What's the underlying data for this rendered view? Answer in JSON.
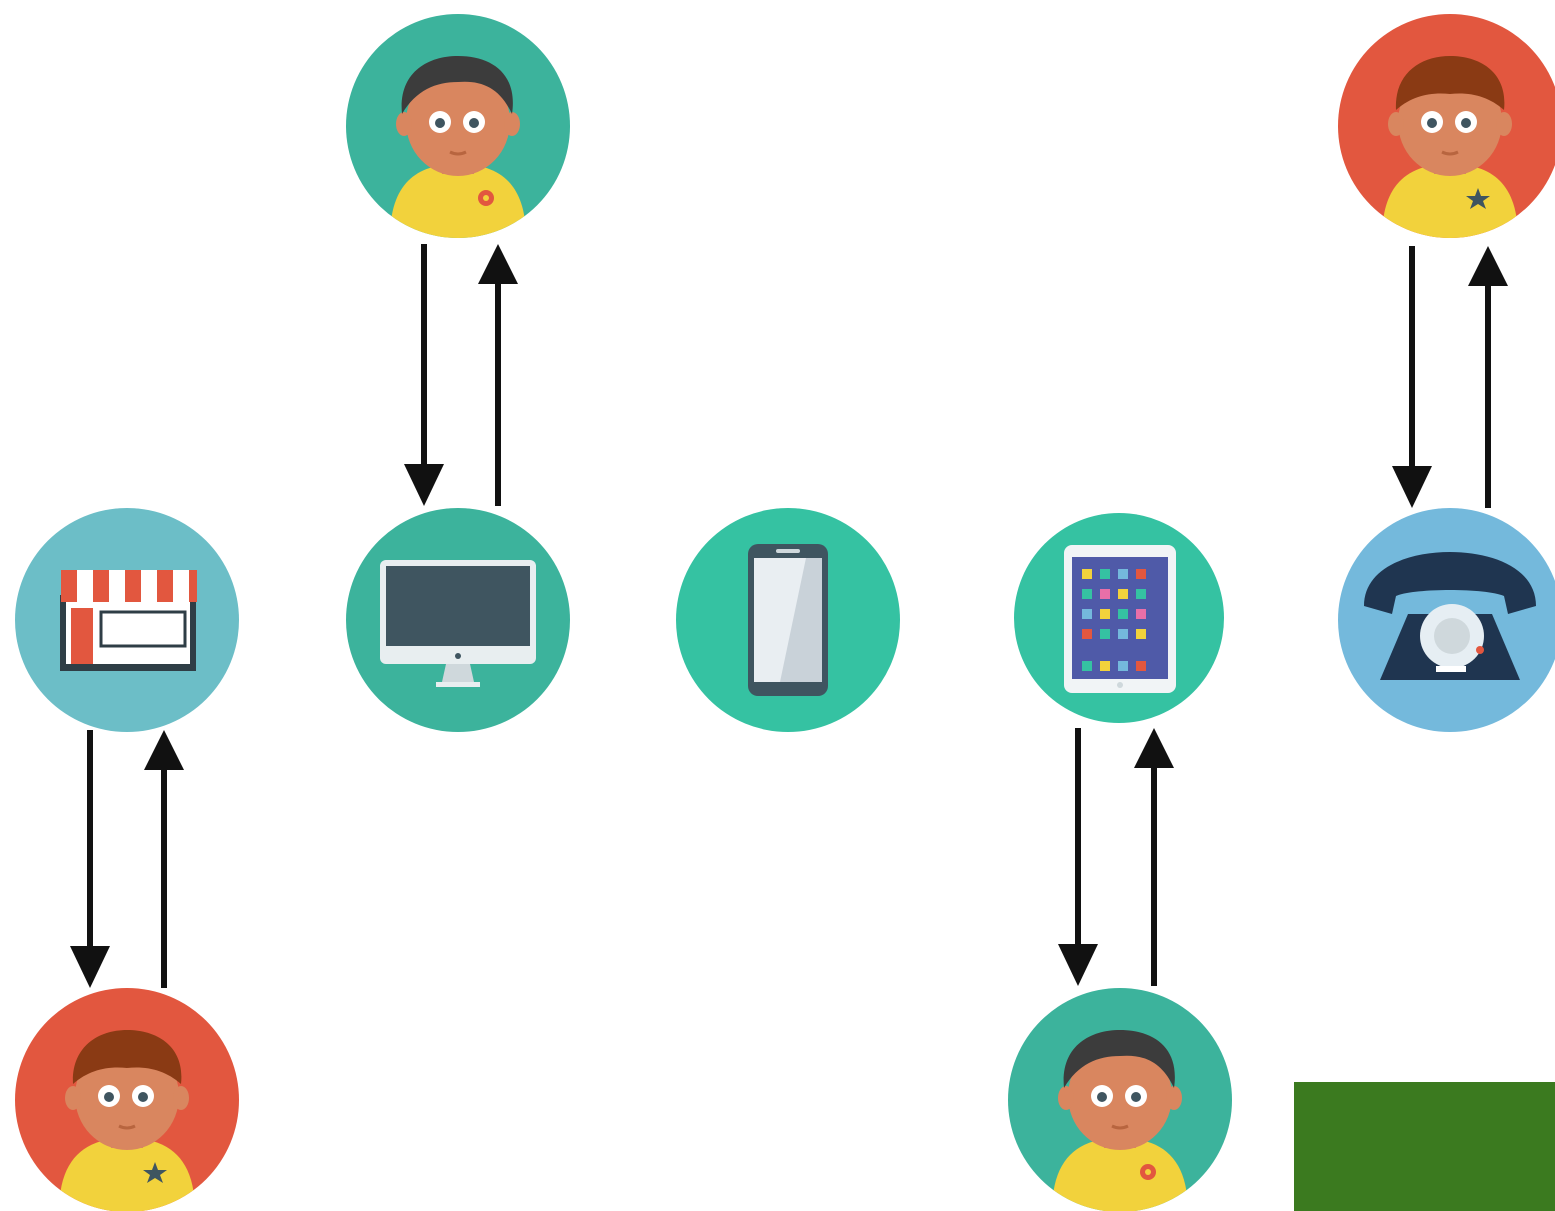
{
  "colors": {
    "background": "#ffffff",
    "teal": "#3cb39c",
    "teal_light": "#35c2a2",
    "red": "#e2573f",
    "blue": "#74b9dc",
    "store_blue": "#6cbec7",
    "shirt_yellow": "#f2d23c",
    "skin": "#d9865f",
    "hair_dark": "#3c3c3c",
    "hair_brown": "#8a3a14",
    "screen_dark": "#3f5560",
    "arrow": "#111111",
    "corner_green": "#3b7a1f"
  },
  "icons": [
    "customer-avatar-icon",
    "store-icon",
    "desktop-computer-icon",
    "smartphone-icon",
    "tablet-icon",
    "rotary-telephone-icon",
    "arrow-down-icon",
    "arrow-up-icon"
  ],
  "nodes": [
    {
      "name": "customer-top-teal",
      "icon": "customer-avatar-icon",
      "color": "teal"
    },
    {
      "name": "customer-top-red",
      "icon": "customer-avatar-icon",
      "color": "red"
    },
    {
      "name": "store",
      "icon": "store-icon",
      "color": "store_blue"
    },
    {
      "name": "desktop-computer",
      "icon": "desktop-computer-icon",
      "color": "teal"
    },
    {
      "name": "smartphone",
      "icon": "smartphone-icon",
      "color": "teal_light"
    },
    {
      "name": "tablet",
      "icon": "tablet-icon",
      "color": "teal_light"
    },
    {
      "name": "telephone",
      "icon": "rotary-telephone-icon",
      "color": "blue"
    },
    {
      "name": "customer-bottom-red",
      "icon": "customer-avatar-icon",
      "color": "red"
    },
    {
      "name": "customer-bottom-teal",
      "icon": "customer-avatar-icon",
      "color": "teal"
    }
  ]
}
